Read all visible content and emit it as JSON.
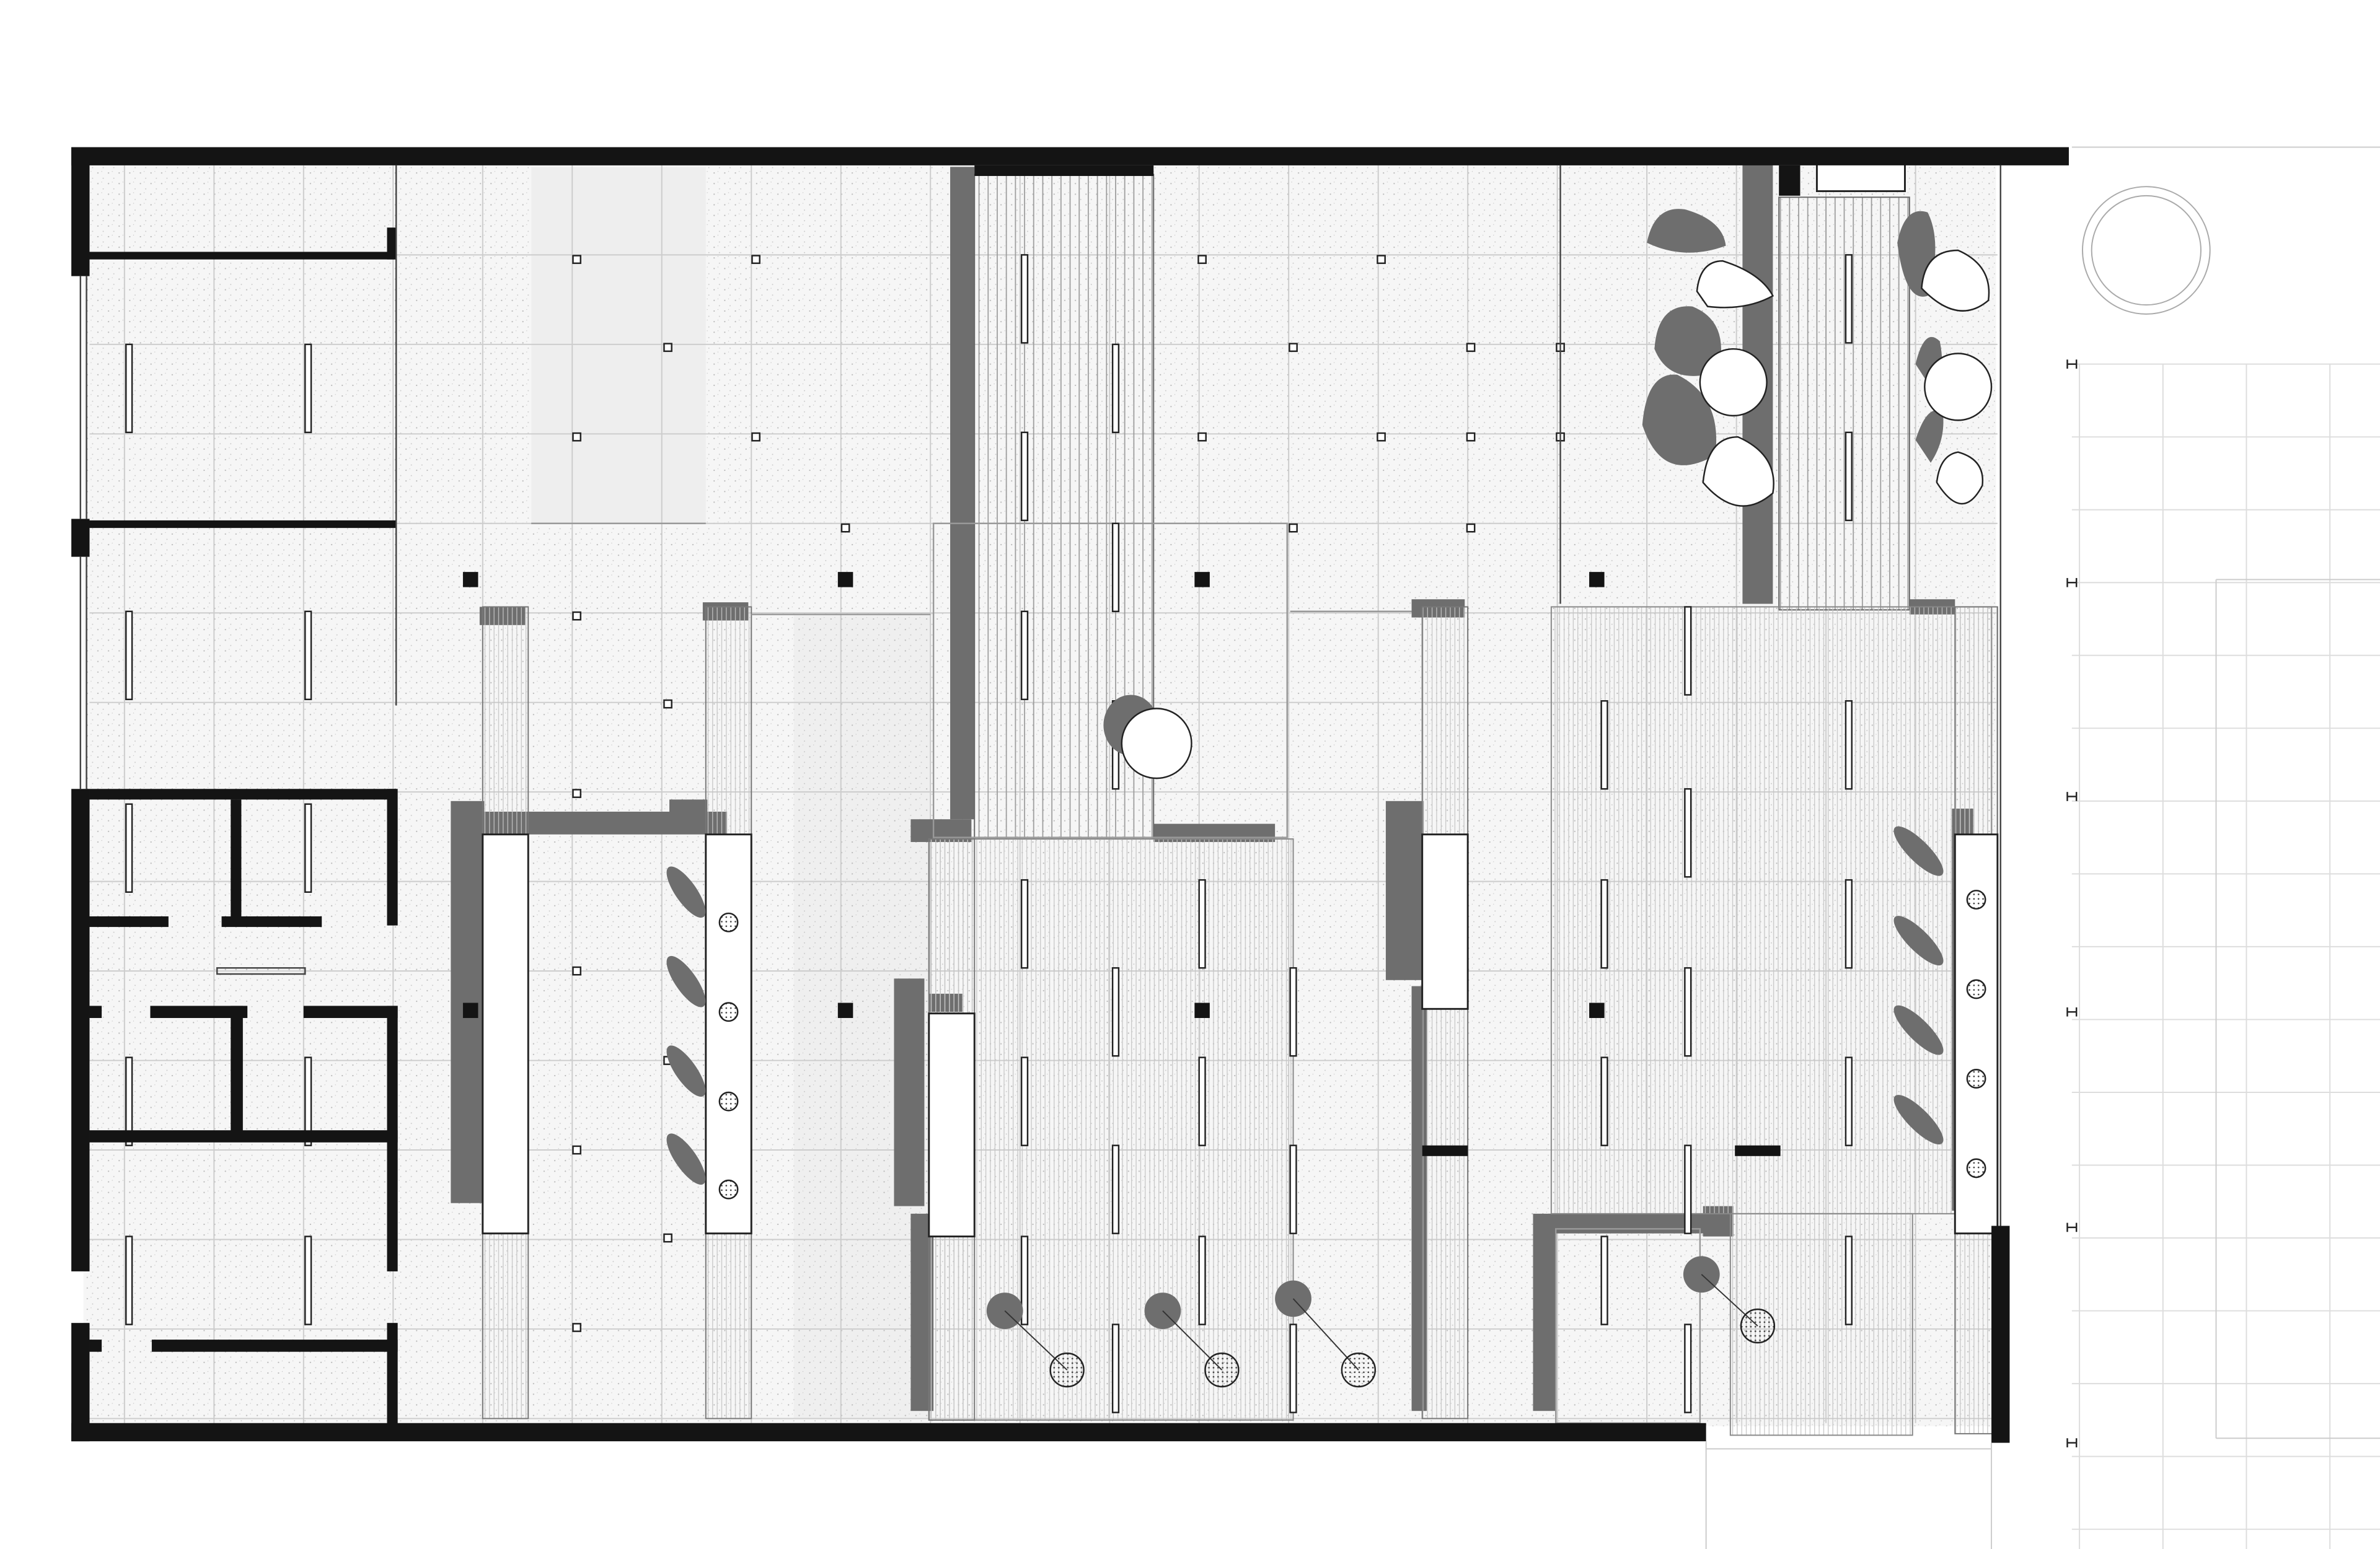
{
  "drawing": {
    "kind": "architectural floor plan",
    "annotations": []
  },
  "colors": {
    "wall": "#141414",
    "shadow": "#6e6e6e",
    "floor": "#f5f5f5",
    "grid": "#c8c8c8",
    "plank": "#8a8a8a",
    "speckle": "#e9e9e9",
    "background": "#ffffff"
  },
  "symbols": [
    "column-marker",
    "light-slot",
    "planter",
    "round-table",
    "stool",
    "pendant-lamp",
    "tree"
  ]
}
